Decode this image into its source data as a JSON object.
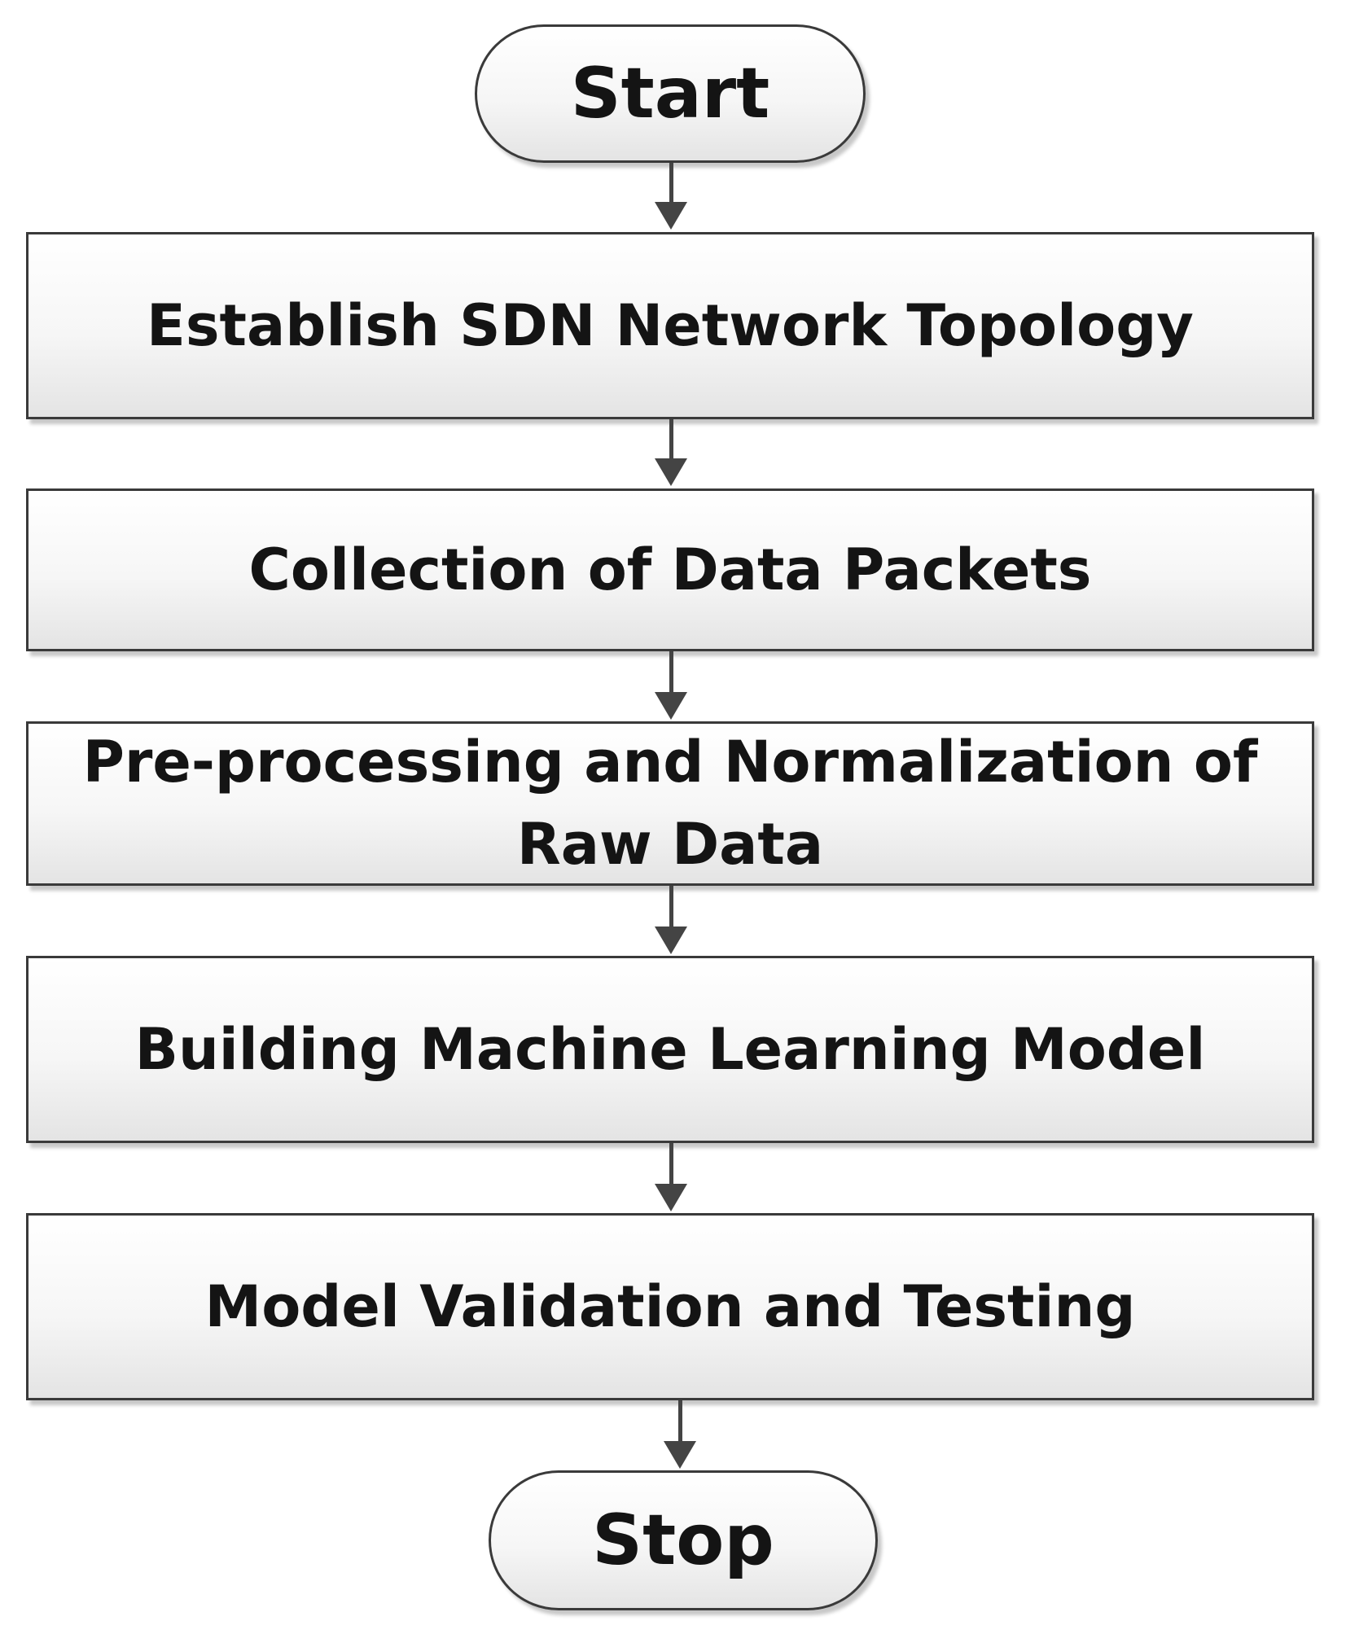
{
  "flowchart": {
    "start_label": "Start",
    "steps": [
      "Establish SDN Network Topology",
      "Collection of Data Packets",
      "Pre-processing and Normalization of Raw Data",
      "Building Machine Learning Model",
      "Model Validation and Testing"
    ],
    "stop_label": "Stop"
  },
  "colors": {
    "border": "#3a3a3a",
    "arrow": "#444444",
    "text": "#141414",
    "fill_top": "#ffffff",
    "fill_bottom": "#e4e4e4"
  }
}
